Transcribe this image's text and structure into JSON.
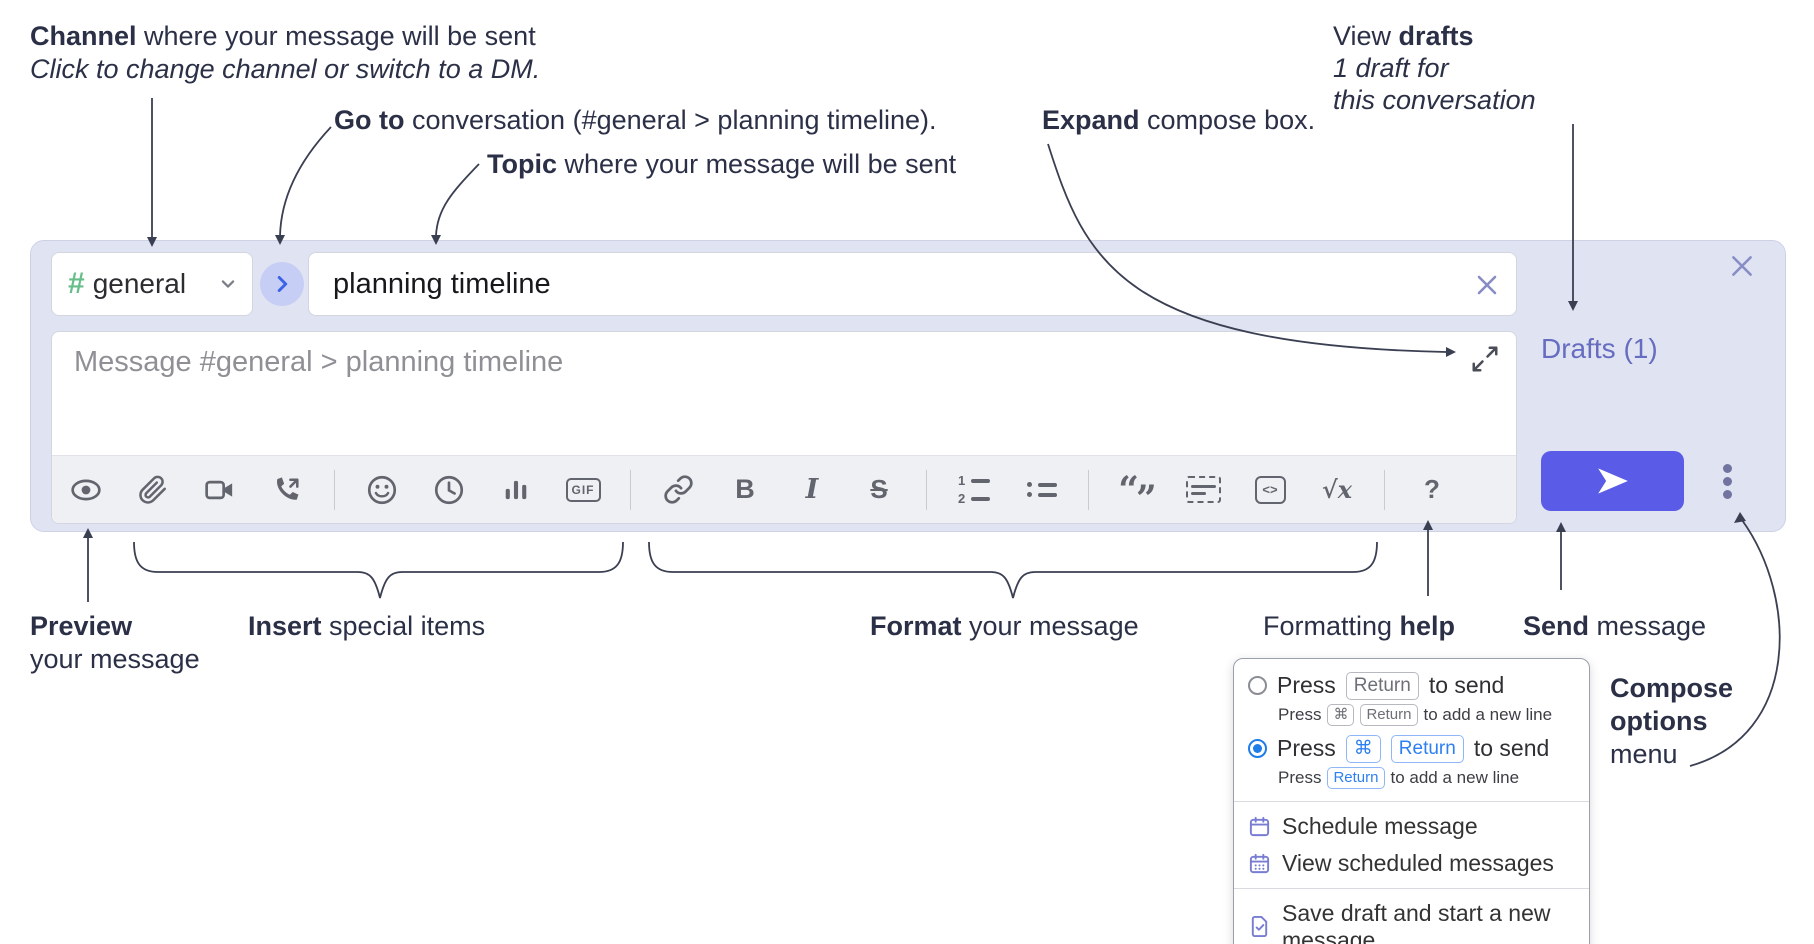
{
  "annotations": {
    "channel": {
      "bold": "Channel",
      "rest": " where your message will be sent",
      "line2": "Click to change channel or switch to a DM."
    },
    "goto": {
      "bold": "Go to",
      "rest": " conversation (#general > planning timeline)."
    },
    "topic": {
      "bold": "Topic",
      "rest": " where your message will be sent"
    },
    "expand": {
      "bold": "Expand",
      "rest": " compose box."
    },
    "view_drafts": {
      "pre": "View ",
      "bold": "drafts",
      "line2": "1 draft for",
      "line3": "this conversation"
    },
    "preview": {
      "bold": "Preview",
      "line2": "your message"
    },
    "insert": {
      "bold": "Insert",
      "rest": " special items"
    },
    "format": {
      "bold": "Format",
      "rest": " your message"
    },
    "formatting_help": {
      "pre": "Formatting ",
      "bold": "help"
    },
    "send": {
      "bold": "Send",
      "rest": " message"
    },
    "compose_options": {
      "line1": "Compose",
      "line2": "options",
      "line3": "menu"
    }
  },
  "compose": {
    "channel_hash": "#",
    "channel_name": "general",
    "topic_value": "planning timeline",
    "message_placeholder": "Message #general > planning timeline",
    "drafts_label": "Drafts (1)"
  },
  "toolbar": {
    "icons": [
      "preview-eye",
      "attach-paperclip",
      "video-call",
      "audio-call",
      "emoji",
      "time",
      "poll",
      "gif",
      "link",
      "bold",
      "italic",
      "strikethrough",
      "numbered-list",
      "bulleted-list",
      "quote",
      "spoiler",
      "code",
      "math",
      "help"
    ],
    "bold": "B",
    "italic": "I",
    "strike": "S",
    "gif": "GIF",
    "ol1": "1",
    "ol2": "2",
    "quote_open": "“",
    "quote_close": "”",
    "code": "<>",
    "math": "√x",
    "help": "?"
  },
  "menu": {
    "options": [
      {
        "selected": false,
        "pre": "Press",
        "key1": "Return",
        "post": "to send",
        "sub_pre": "Press",
        "sub_key1": "⌘",
        "sub_key2": "Return",
        "sub_post": "to add a new line"
      },
      {
        "selected": true,
        "pre": "Press",
        "key1": "⌘",
        "key2": "Return",
        "post": "to send",
        "sub_pre": "Press",
        "sub_key1": "Return",
        "sub_post": "to add a new line"
      }
    ],
    "items": [
      "Schedule message",
      "View scheduled messages",
      "Save draft and start a new message"
    ]
  },
  "colors": {
    "compose_bg": "#e0e3f2",
    "accent_send": "#5a5ce8",
    "drafts_link": "#666cc0",
    "channel_hash_green": "#68be8a",
    "radio_selected": "#1f7ce8",
    "menu_icon_purple": "#787dd2"
  }
}
